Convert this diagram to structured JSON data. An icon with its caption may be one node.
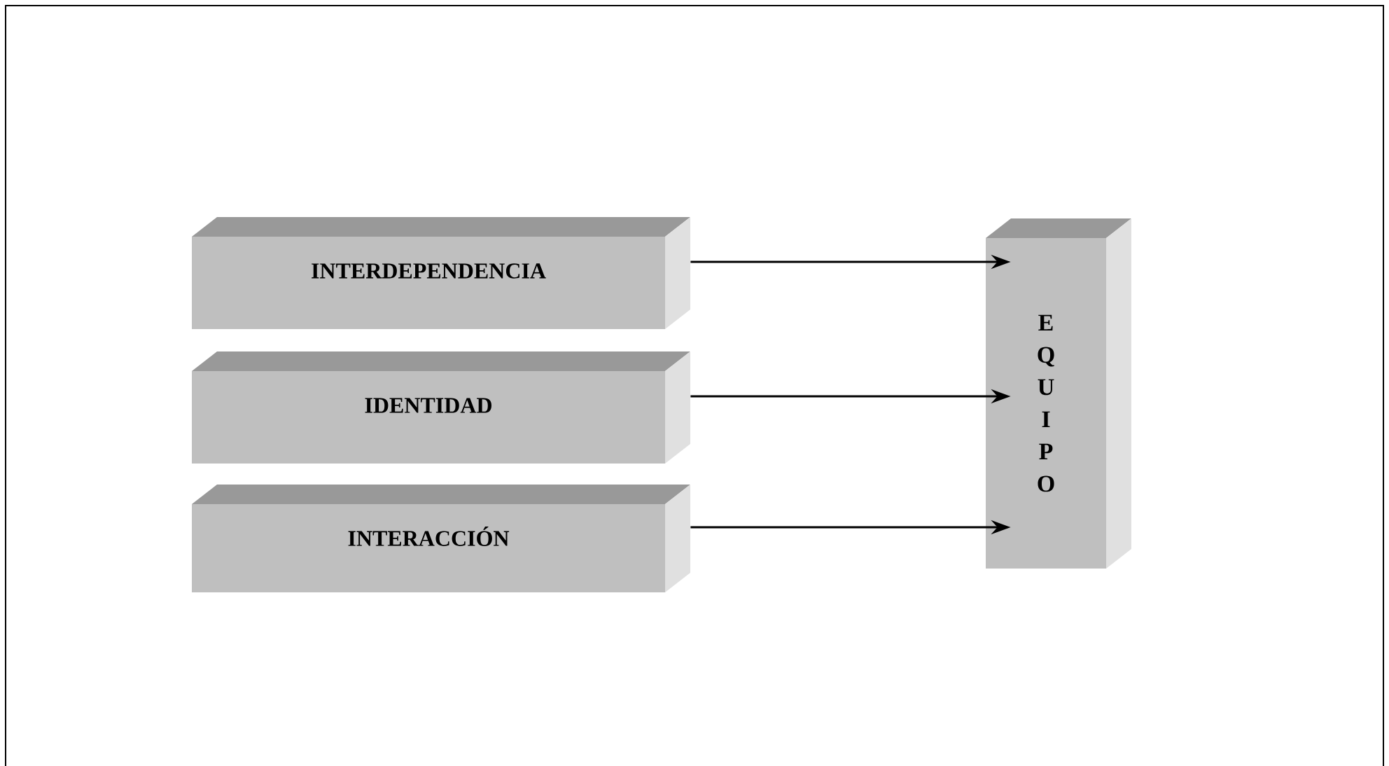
{
  "diagram": {
    "nodes": [
      {
        "text": [
          "INTERDEPENDENCIA"
        ]
      },
      {
        "text": [
          "IDENTIDAD"
        ]
      },
      {
        "text": [
          "INTERACCIÓN"
        ]
      },
      {
        "text": [
          "EQUIPO"
        ]
      }
    ],
    "edges": [
      {
        "from": 0,
        "to": 3,
        "arrow": "to"
      },
      {
        "from": 1,
        "to": 3,
        "arrow": "to"
      },
      {
        "from": 2,
        "to": 3,
        "arrow": "to"
      }
    ]
  }
}
